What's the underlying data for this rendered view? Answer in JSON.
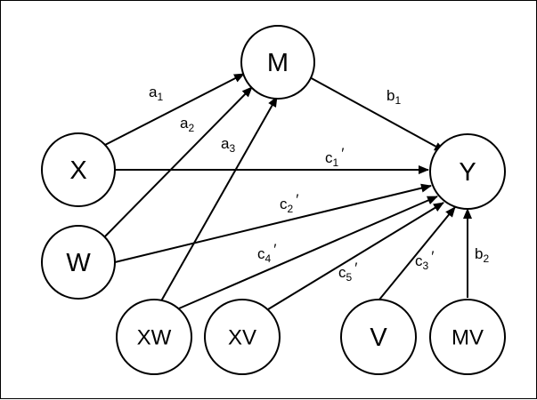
{
  "nodes": {
    "M": "M",
    "Y": "Y",
    "X": "X",
    "W": "W",
    "XW": "XW",
    "XV": "XV",
    "V": "V",
    "MV": "MV"
  },
  "edges": {
    "a1": {
      "letter": "a",
      "sub": "1",
      "prime": ""
    },
    "a2": {
      "letter": "a",
      "sub": "2",
      "prime": ""
    },
    "a3": {
      "letter": "a",
      "sub": "3",
      "prime": ""
    },
    "b1": {
      "letter": "b",
      "sub": "1",
      "prime": ""
    },
    "b2": {
      "letter": "b",
      "sub": "2",
      "prime": ""
    },
    "c1": {
      "letter": "c",
      "sub": "1",
      "prime": "′"
    },
    "c2": {
      "letter": "c",
      "sub": "2",
      "prime": "′"
    },
    "c3": {
      "letter": "c",
      "sub": "3",
      "prime": "′"
    },
    "c4": {
      "letter": "c",
      "sub": "4",
      "prime": "′"
    },
    "c5": {
      "letter": "c",
      "sub": "5",
      "prime": "′"
    }
  }
}
